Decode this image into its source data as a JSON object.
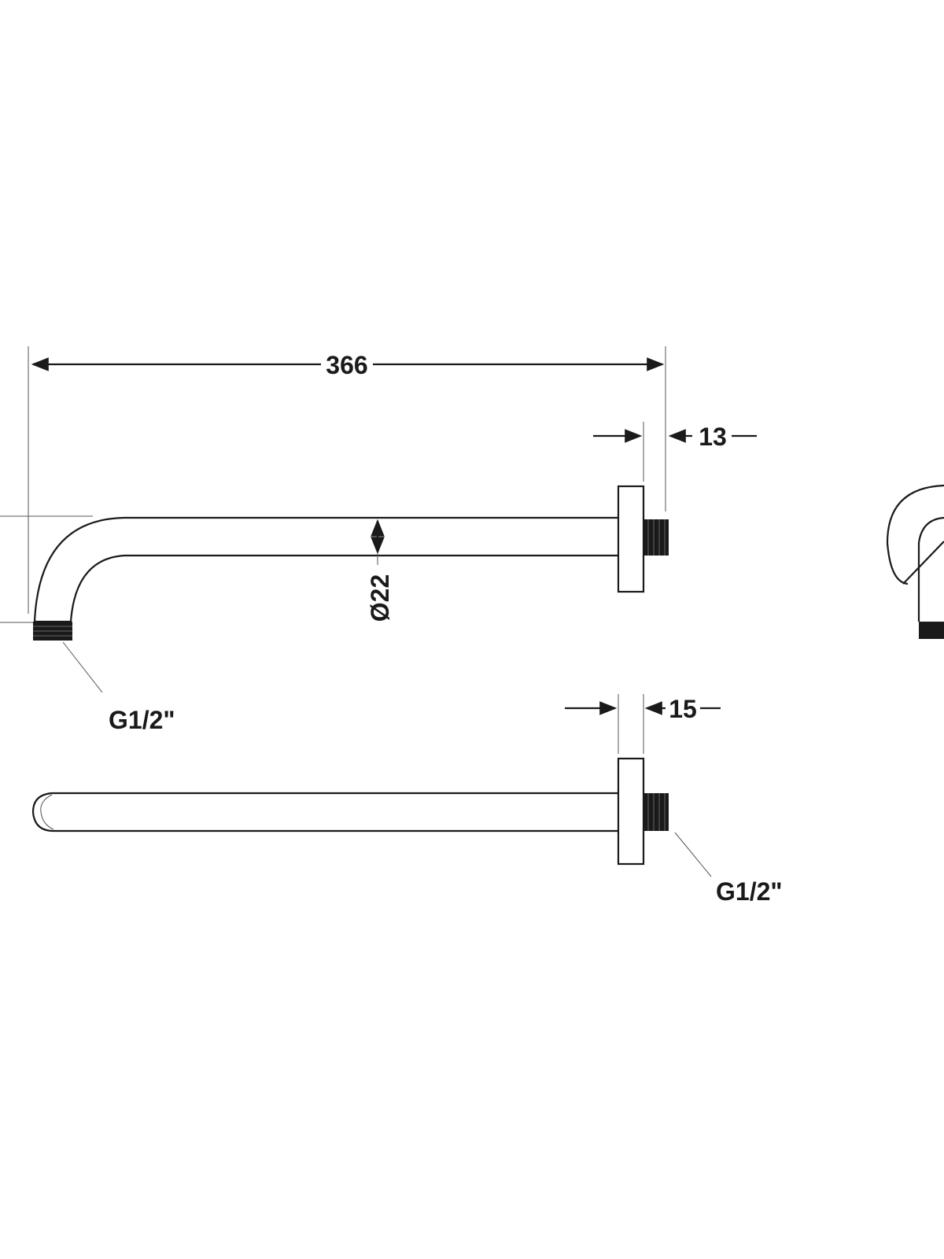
{
  "drawing": {
    "dimensions": {
      "overall_length": "366",
      "flange_thickness_top": "13",
      "flange_thickness_bottom": "15",
      "tube_diameter": "Ø22"
    },
    "thread_labels": {
      "top_view": "G1/2\"",
      "bottom_view": "G1/2\""
    }
  }
}
